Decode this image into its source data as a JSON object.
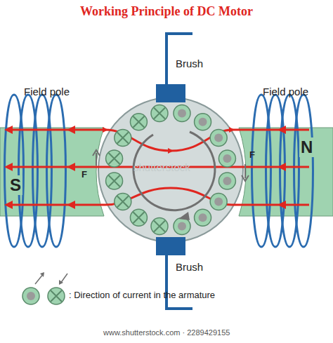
{
  "diagram": {
    "title": "Working Principle of DC Motor",
    "labels": [
      "Field pole",
      "Brush",
      "Field pole",
      "S",
      "N",
      "F",
      "F",
      "Brush",
      "shutterstock",
      "www.shutterstock.com · 2289429155"
    ],
    "legend": [
      {
        "text": ": Direction of current in the armature"
      }
    ]
  }
}
